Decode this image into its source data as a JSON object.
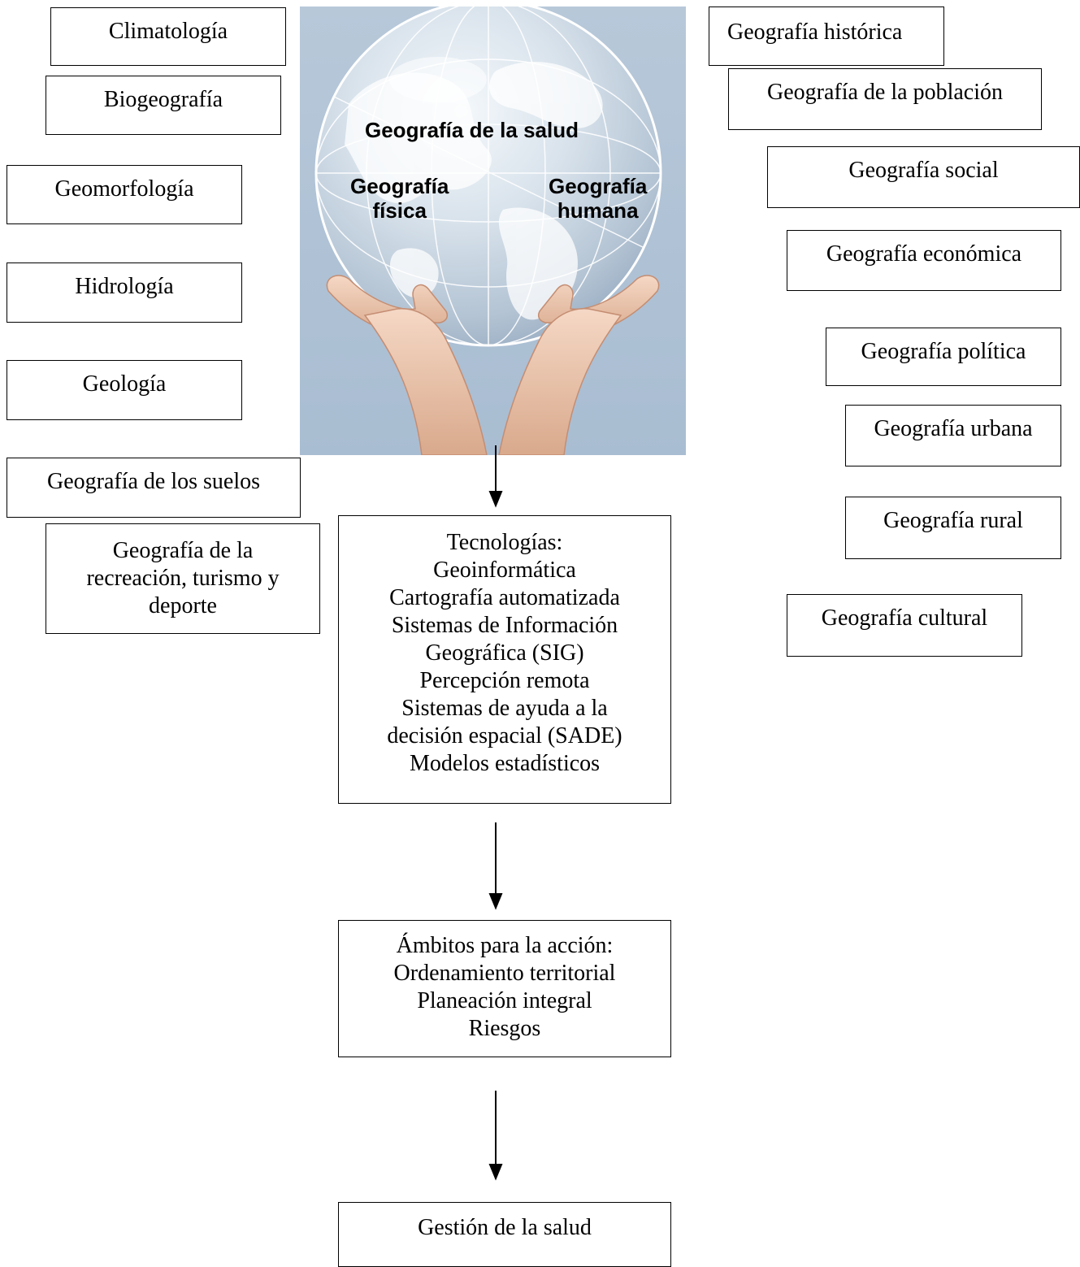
{
  "globe": {
    "title": "Geografía de la salud",
    "left_label": [
      "Geografía",
      "física"
    ],
    "right_label": [
      "Geografía",
      "humana"
    ]
  },
  "left_boxes": [
    "Climatología",
    "Biogeografía",
    "Geomorfología",
    "Hidrología",
    "Geología",
    "Geografía de los suelos"
  ],
  "left_multi": [
    "Geografía de la",
    "recreación, turismo y",
    "deporte"
  ],
  "right_boxes": [
    "Geografía histórica",
    "Geografía de la población",
    "Geografía social",
    "Geografía económica",
    "Geografía política",
    "Geografía urbana",
    "Geografía rural",
    "Geografía cultural"
  ],
  "technologies": [
    "Tecnologías:",
    "Geoinformática",
    "Cartografía automatizada",
    "Sistemas de Información",
    "Geográfica (SIG)",
    "Percepción remota",
    "Sistemas de ayuda a la",
    "decisión espacial (SADE)",
    "Modelos estadísticos"
  ],
  "action": [
    "Ámbitos para la acción:",
    "Ordenamiento territorial",
    "Planeación integral",
    "Riesgos"
  ],
  "management": "Gestión de la salud"
}
